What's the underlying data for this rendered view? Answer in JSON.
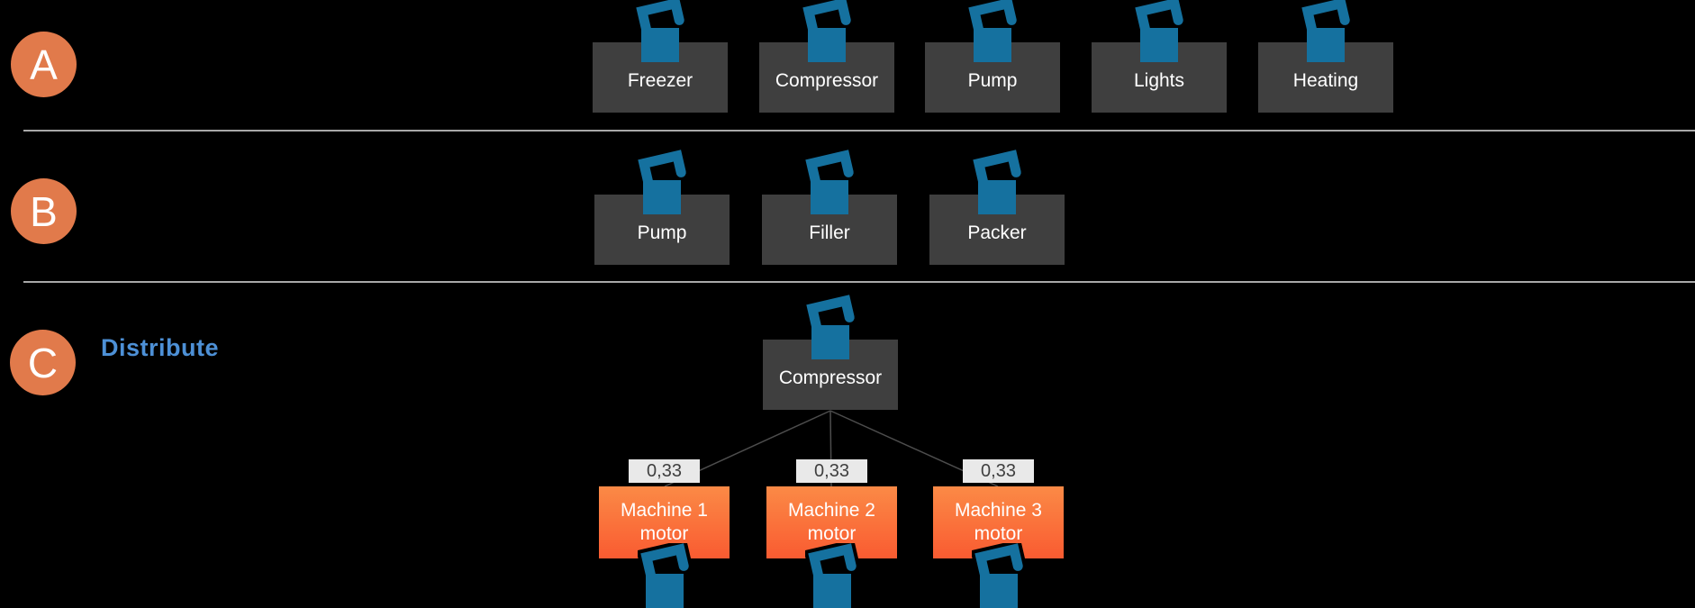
{
  "colors": {
    "background": "#000000",
    "device_box": "#3f3f3f",
    "icon_blue": "#15719f",
    "badge_orange": "#e17a4b",
    "title_blue": "#4d90d6",
    "machine_gradient_top": "#fb8a46",
    "machine_gradient_bottom": "#f95b31",
    "weight_chip_bg": "#e9e9e9",
    "divider_gray": "#a8a8a8",
    "connector_gray": "#4d4d4d"
  },
  "rows": {
    "a": {
      "badge": "A",
      "devices": [
        {
          "label": "Freezer"
        },
        {
          "label": "Compressor"
        },
        {
          "label": "Pump"
        },
        {
          "label": "Lights"
        },
        {
          "label": "Heating"
        }
      ]
    },
    "b": {
      "badge": "B",
      "devices": [
        {
          "label": "Pump"
        },
        {
          "label": "Filler"
        },
        {
          "label": "Packer"
        }
      ]
    },
    "c": {
      "badge": "C",
      "title": "Distribute",
      "root_device": {
        "label": "Compressor"
      },
      "distribution": [
        {
          "weight": "0,33",
          "machine_line1": "Machine 1",
          "machine_line2": "motor"
        },
        {
          "weight": "0,33",
          "machine_line1": "Machine 2",
          "machine_line2": "motor"
        },
        {
          "weight": "0,33",
          "machine_line1": "Machine 3",
          "machine_line2": "motor"
        }
      ]
    }
  }
}
